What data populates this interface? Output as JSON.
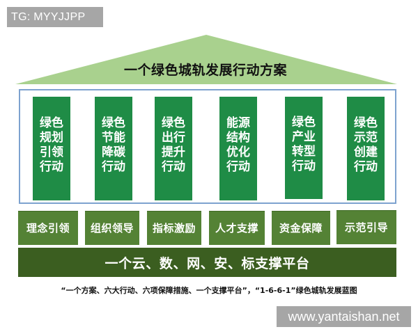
{
  "watermarks": {
    "top_left": "TG: MYYJJPP",
    "bottom_right": "www.yantaishan.net"
  },
  "colors": {
    "roof": "#a9d18e",
    "frame_border": "#7da2cf",
    "pillar": "#1f8c46",
    "support": "#548235",
    "platform": "#3b5e20",
    "watermark_bg": "#a6a6a6"
  },
  "roof": {
    "title": "一个绿色城轨发展行动方案"
  },
  "pillars": [
    {
      "label": "绿色规划引领行动"
    },
    {
      "label": "绿色节能降碳行动"
    },
    {
      "label": "绿色出行提升行动"
    },
    {
      "label": "能源结构优化行动"
    },
    {
      "label": "绿色产业转型行动"
    },
    {
      "label": "绿色示范创建行动"
    }
  ],
  "supports": [
    {
      "label": "理念引领"
    },
    {
      "label": "组织领导"
    },
    {
      "label": "指标激励"
    },
    {
      "label": "人才支撑"
    },
    {
      "label": "资金保障"
    },
    {
      "label": "示范引导"
    }
  ],
  "platform": {
    "label": "一个云、数、网、安、标支撑平台"
  },
  "caption": "“一个方案、六大行动、六项保障措施、一个支撑平台”，“1-6-6-1”绿色城轨发展蓝图"
}
